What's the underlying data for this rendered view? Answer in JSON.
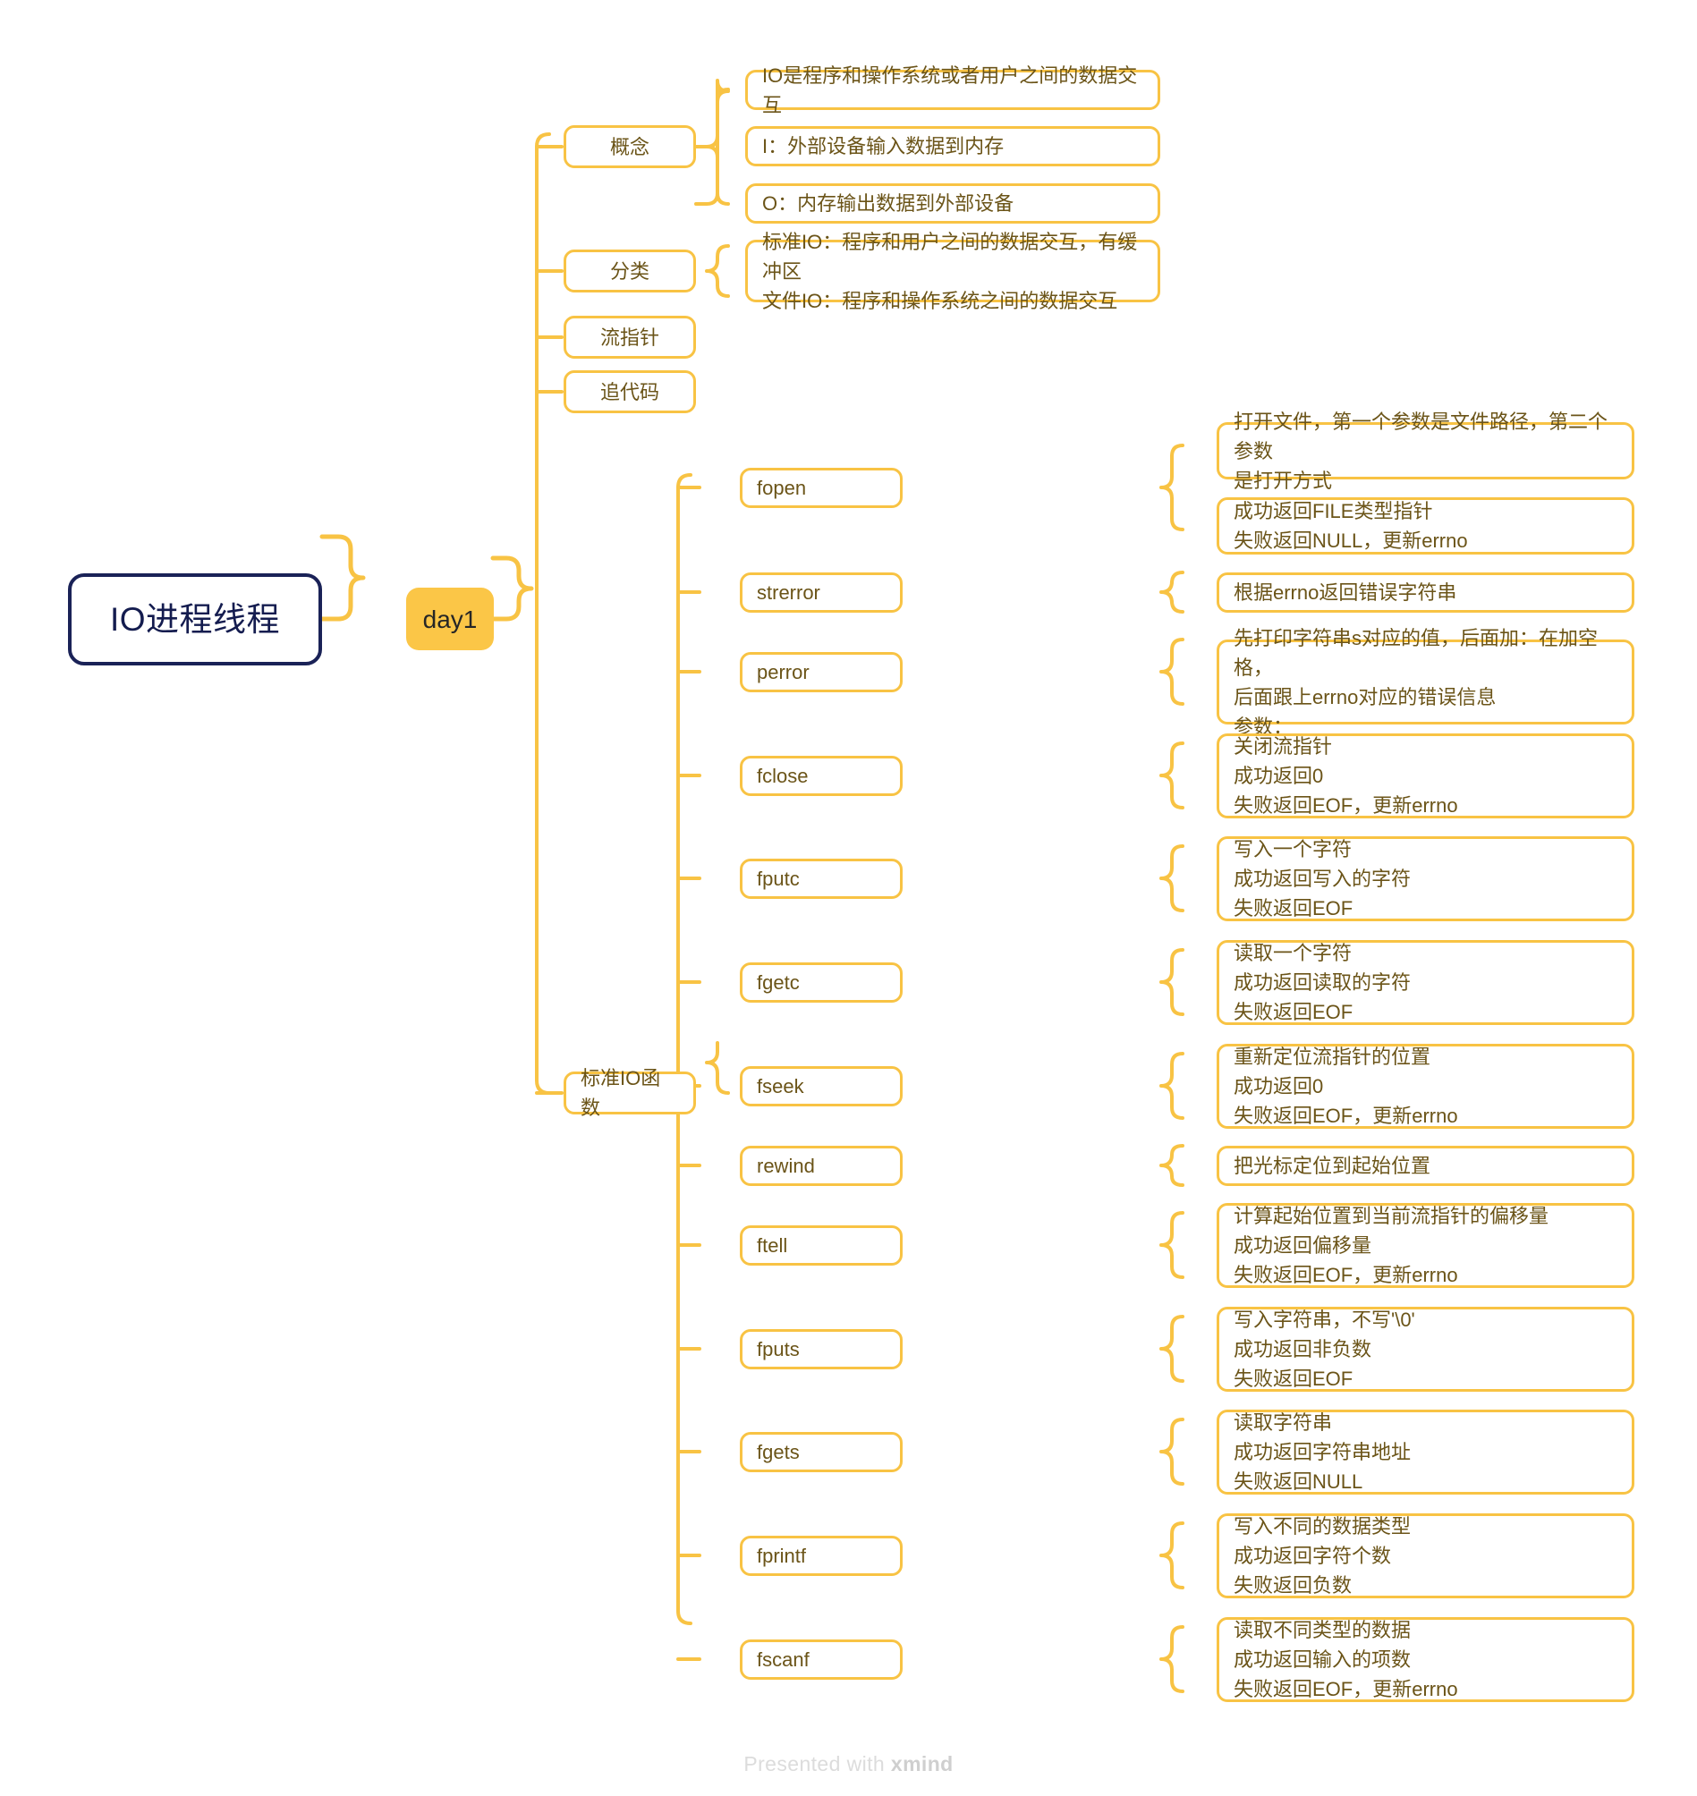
{
  "root": {
    "label": "IO进程线程"
  },
  "day": {
    "label": "day1"
  },
  "branches": {
    "concept": {
      "label": "概念"
    },
    "category": {
      "label": "分类"
    },
    "stream_pointer": {
      "label": "流指针"
    },
    "trace_code": {
      "label": "追代码"
    },
    "std_io_functions": {
      "label": "标准IO函数"
    }
  },
  "concept_details": [
    {
      "text": "IO是程序和操作系统或者用户之间的数据交互"
    },
    {
      "text": "I：外部设备输入数据到内存"
    },
    {
      "text": "O：内存输出数据到外部设备"
    }
  ],
  "category_details": [
    {
      "text": "标准IO：程序和用户之间的数据交互，有缓冲区\n文件IO：程序和操作系统之间的数据交互"
    }
  ],
  "functions": [
    {
      "name": "fopen",
      "details": [
        "打开文件，第一个参数是文件路径，第二个参数\n是打开方式",
        "成功返回FILE类型指针\n失败返回NULL，更新errno"
      ]
    },
    {
      "name": "strerror",
      "details": [
        "根据errno返回错误字符串"
      ]
    },
    {
      "name": "perror",
      "details": [
        "先打印字符串s对应的值，后面加：在加空格，\n后面跟上errno对应的错误信息\n参数："
      ]
    },
    {
      "name": "fclose",
      "details": [
        "关闭流指针\n成功返回0\n失败返回EOF，更新errno"
      ]
    },
    {
      "name": "fputc",
      "details": [
        "写入一个字符\n成功返回写入的字符\n失败返回EOF"
      ]
    },
    {
      "name": "fgetc",
      "details": [
        "读取一个字符\n成功返回读取的字符\n失败返回EOF"
      ]
    },
    {
      "name": "fseek",
      "details": [
        "重新定位流指针的位置\n成功返回0\n失败返回EOF，更新errno"
      ]
    },
    {
      "name": "rewind",
      "details": [
        "把光标定位到起始位置"
      ]
    },
    {
      "name": "ftell",
      "details": [
        "计算起始位置到当前流指针的偏移量\n成功返回偏移量\n失败返回EOF，更新errno"
      ]
    },
    {
      "name": "fputs",
      "details": [
        "写入字符串，不写'\\0'\n成功返回非负数\n失败返回EOF"
      ]
    },
    {
      "name": "fgets",
      "details": [
        "读取字符串\n成功返回字符串地址\n失败返回NULL"
      ]
    },
    {
      "name": "fprintf",
      "details": [
        "写入不同的数据类型\n成功返回字符个数\n失败返回负数"
      ]
    },
    {
      "name": "fscanf",
      "details": [
        "读取不同类型的数据\n成功返回输入的项数\n失败返回EOF，更新errno"
      ]
    }
  ],
  "footer": {
    "prefix": "Presented with ",
    "brand": "xmind"
  },
  "colors": {
    "accent": "#f8c344",
    "day_fill": "#fbc647",
    "root_border": "#1a2257",
    "text": "#6b5418"
  }
}
